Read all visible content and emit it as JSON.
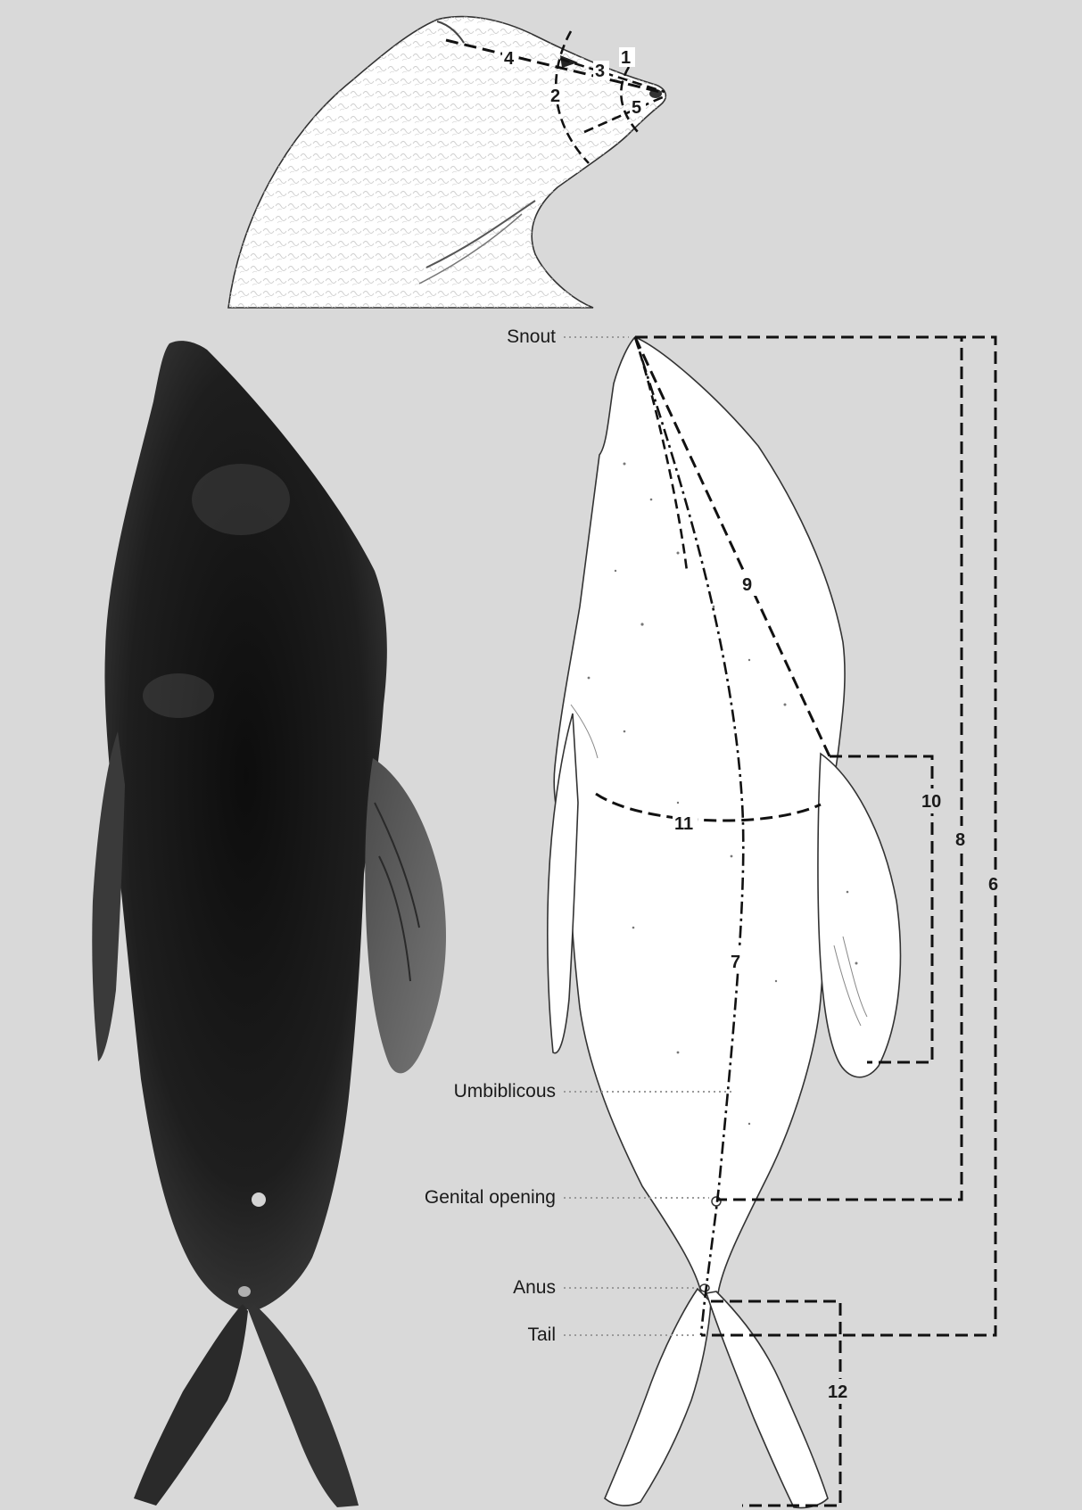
{
  "labels": {
    "snout": "Snout",
    "umbilicus": "Umbiblicous",
    "genital_opening": "Genital opening",
    "anus": "Anus",
    "tail": "Tail"
  },
  "head_measurements": [
    "1",
    "2",
    "3",
    "4",
    "5"
  ],
  "body_measurements": [
    "6",
    "7",
    "8",
    "9",
    "10",
    "11",
    "12"
  ],
  "colors": {
    "background": "#d9d9d9",
    "photo": "#1c1c1c",
    "drawing": "#ffffff",
    "lines": "#111111",
    "leaders": "#9a9a9a"
  }
}
